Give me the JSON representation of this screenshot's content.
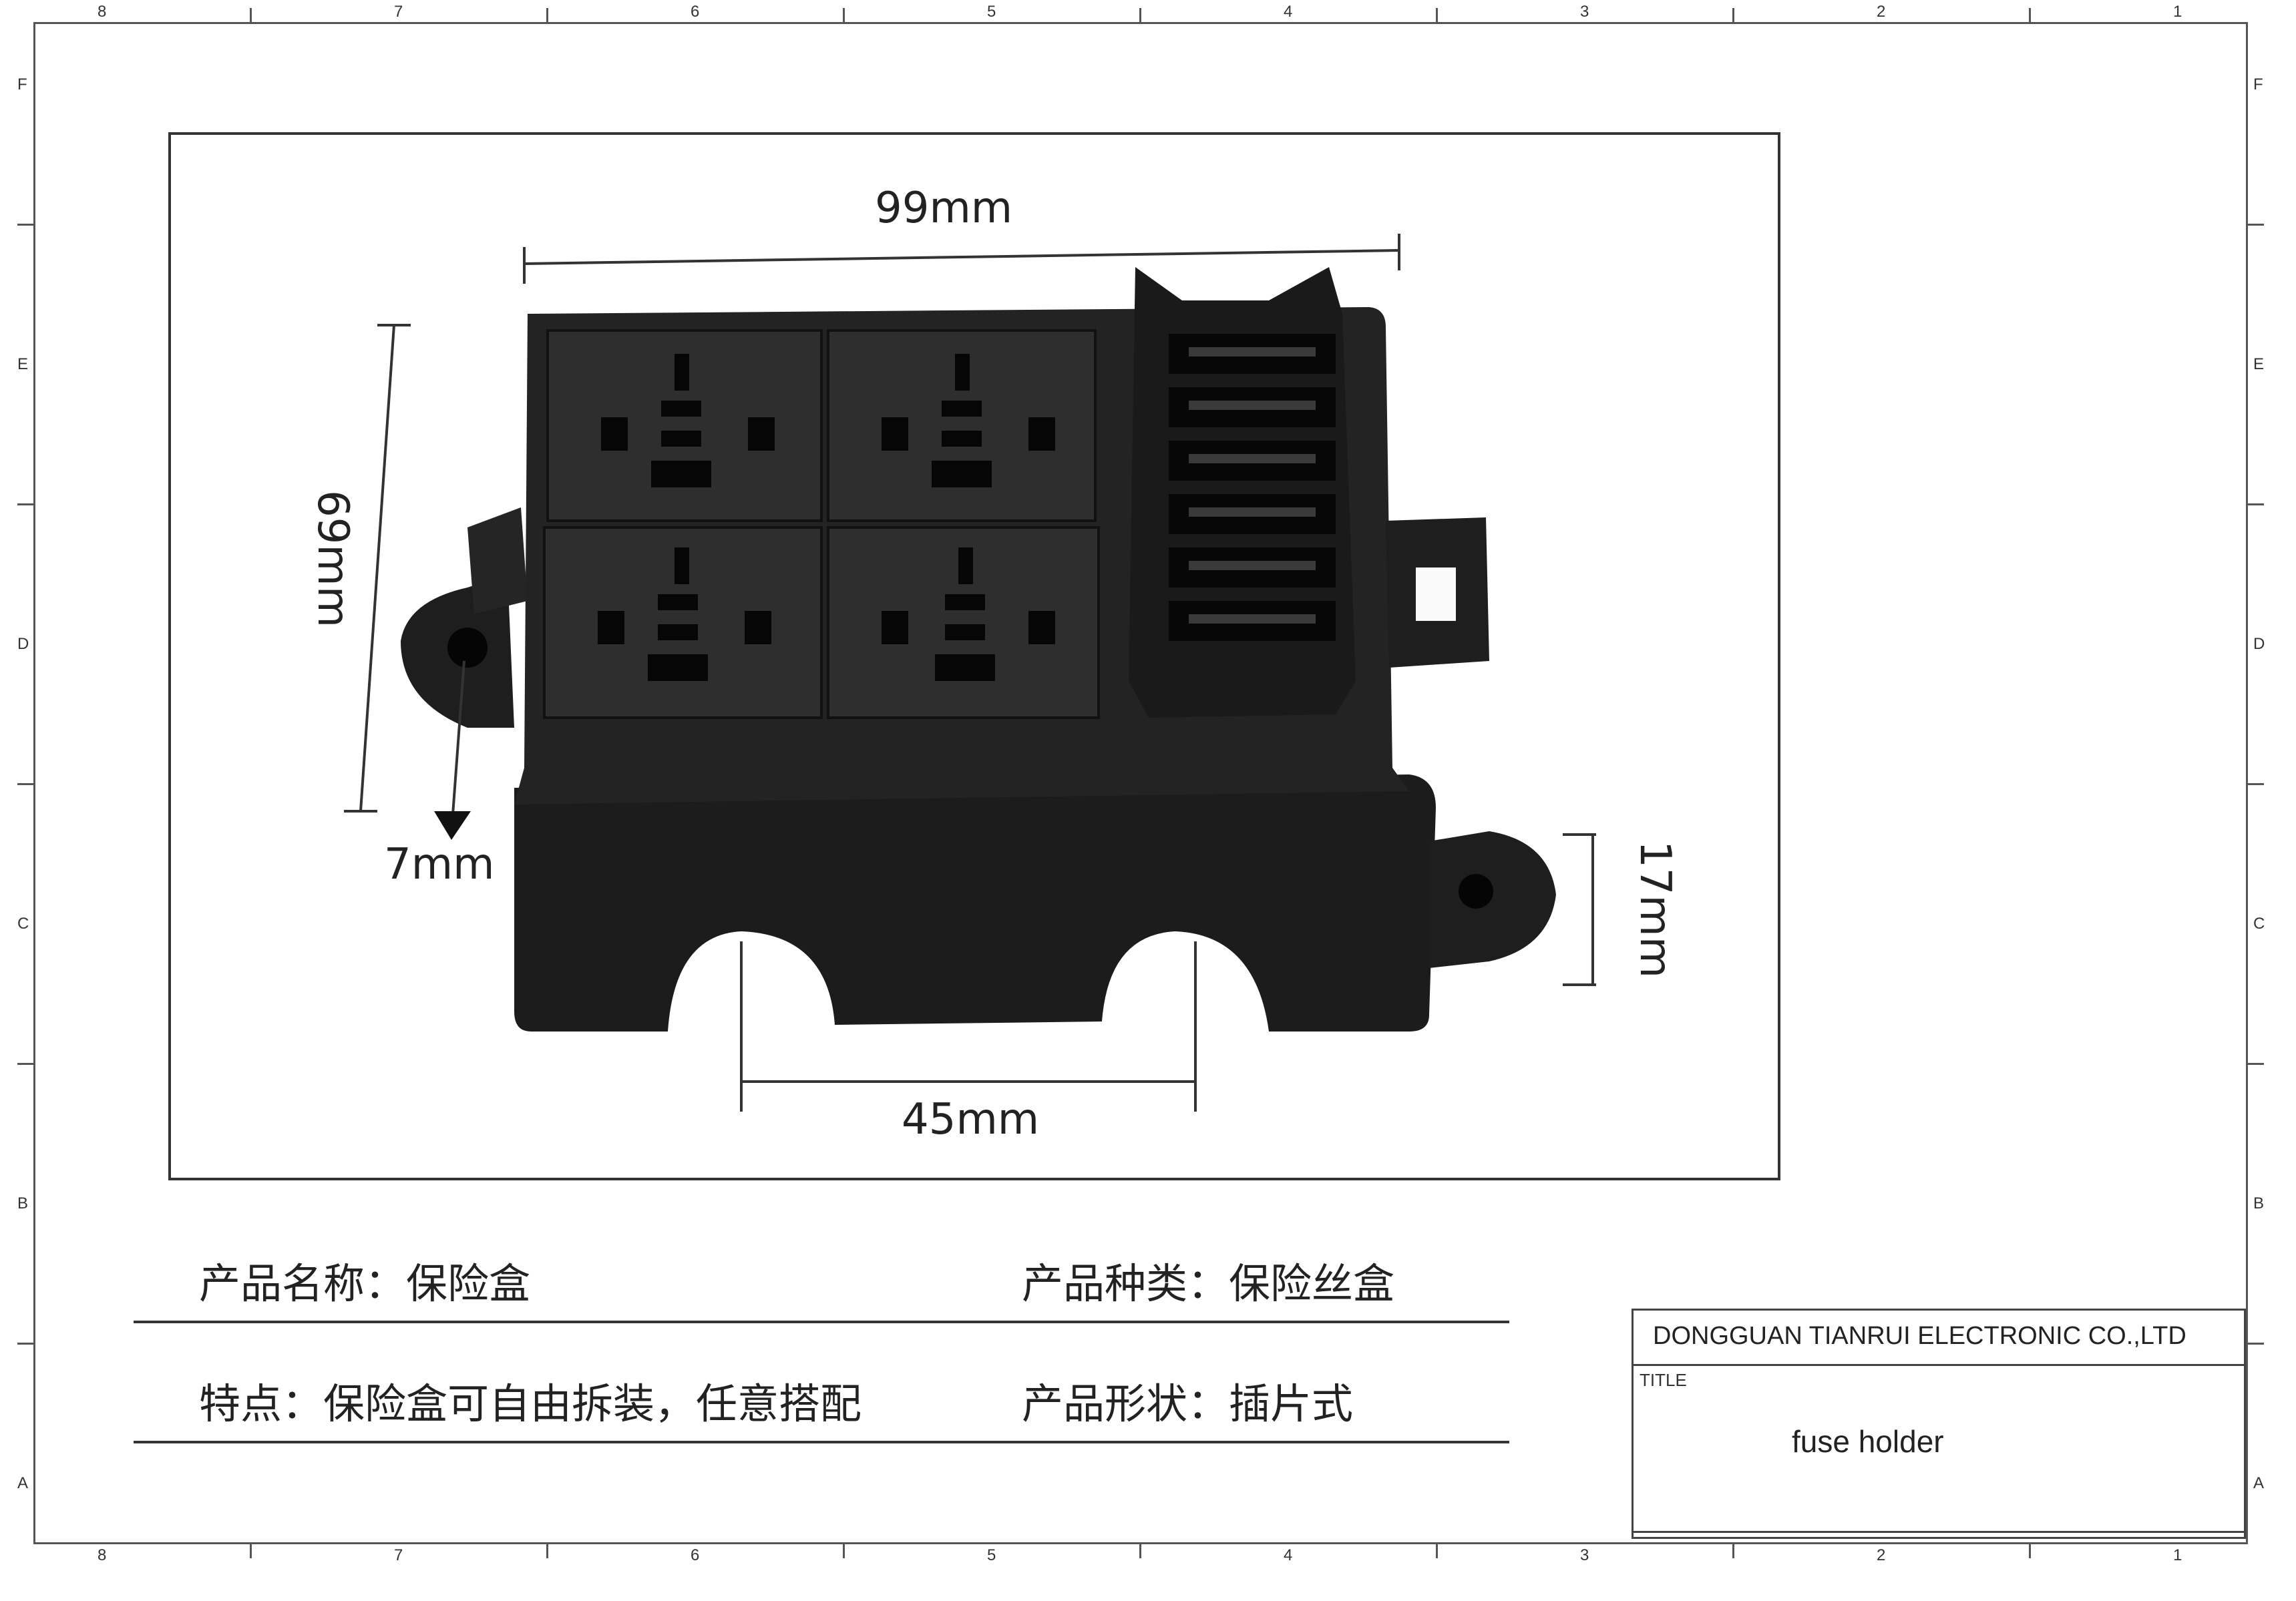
{
  "border": {
    "col_labels_top": [
      "8",
      "7",
      "6",
      "5",
      "4",
      "3",
      "2",
      "1"
    ],
    "col_labels_bottom": [
      "8",
      "7",
      "6",
      "5",
      "4",
      "3",
      "2",
      "1"
    ],
    "row_labels_left": [
      "F",
      "E",
      "D",
      "C",
      "B",
      "A"
    ],
    "row_labels_right": [
      "F",
      "E",
      "D",
      "C",
      "B",
      "A"
    ]
  },
  "dimensions": {
    "width": "99mm",
    "height": "69mm",
    "mount_offset": "7mm",
    "base_height": "17mm",
    "slot_spacing": "45mm"
  },
  "specs": {
    "product_name": "产品名称：保险盒",
    "product_type": "产品种类：保险丝盒",
    "feature": "特点：保险盒可自由拆装，任意搭配",
    "shape": "产品形状：插片式"
  },
  "title_block": {
    "company": "DONGGUAN TIANRUI ELECTRONIC CO.,LTD",
    "title_label": "TITLE",
    "part_name": "fuse holder"
  },
  "colors": {
    "product_body": "#1c1c1c",
    "product_face": "#2a2a2a",
    "background": "#ffffff"
  }
}
